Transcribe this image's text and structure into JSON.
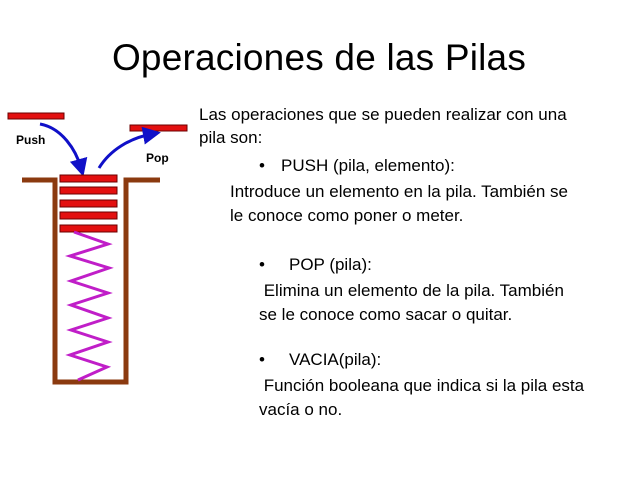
{
  "slide": {
    "title": "Operaciones de las Pilas",
    "intro": [
      "Las operaciones que se pueden realizar con una",
      "pila son:"
    ],
    "operations": [
      {
        "bullet": "•",
        "signature": "PUSH (pila, elemento):",
        "description": [
          "Introduce un elemento en la pila. También se",
          "le conoce como poner o meter."
        ]
      },
      {
        "bullet": "•",
        "signature": "POP (pila):",
        "description": [
          " Elimina un elemento de la pila. También",
          "se le conoce como sacar o quitar."
        ]
      },
      {
        "bullet": "•",
        "signature": "VACIA(pila):",
        "description": [
          " Función booleana que indica si la pila esta",
          "vacía o no."
        ]
      }
    ]
  },
  "diagram": {
    "push_label": "Push",
    "pop_label": "Pop",
    "colors": {
      "element": "#e31010",
      "element_border": "#6b0000",
      "container": "#8b3a0f",
      "arrow": "#1010c8",
      "spring": "#c01ec8"
    },
    "stacked_elements": 5
  }
}
